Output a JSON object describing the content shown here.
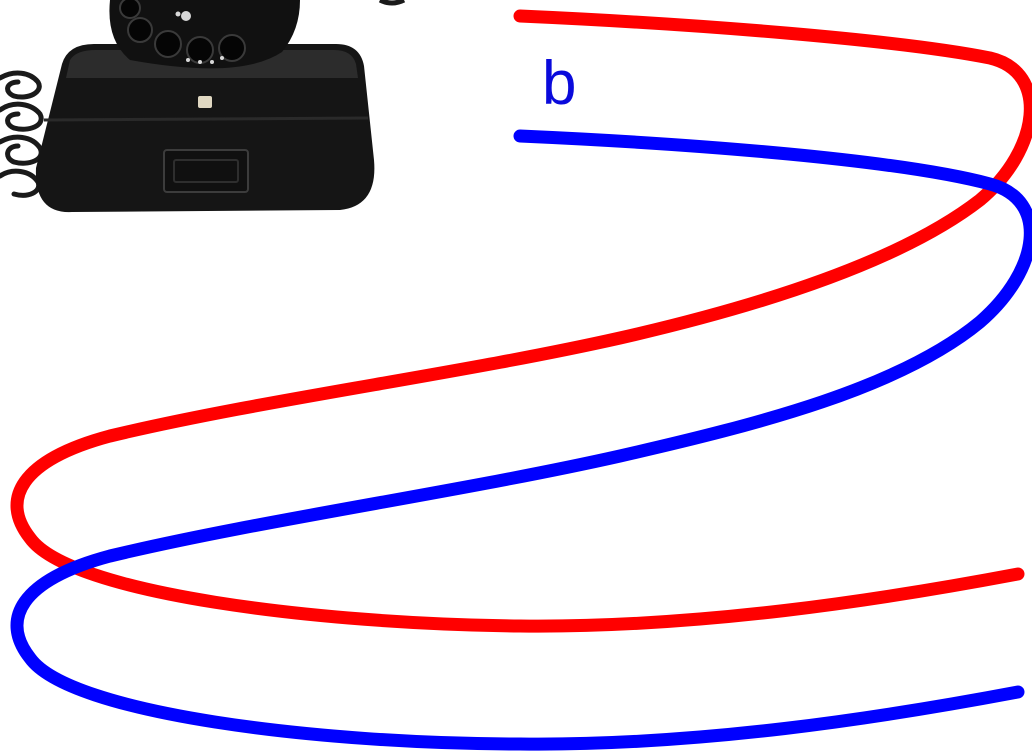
{
  "diagram": {
    "wire_label": "b",
    "label_color": "#0a0adc",
    "wires": [
      {
        "name": "red-wire",
        "color": "#ff0000"
      },
      {
        "name": "blue-wire",
        "color": "#0000ff"
      }
    ]
  },
  "telephone": {
    "icon": "rotary-telephone-icon",
    "body_color": "#141414",
    "highlight_color": "#3a3a3a"
  }
}
